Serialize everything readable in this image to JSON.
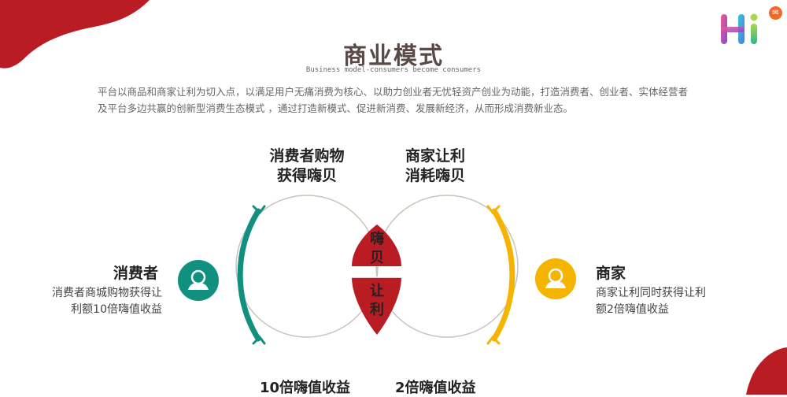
{
  "header": {
    "title": "商业模式",
    "subtitle": "Business model-consumers become consumers",
    "description": [
      "平台以商品和商家让利为切入点，以满足用户无痛消费为核心、以助力创业者无忧轻资产创业为动能，打造消费者、创业者、实体经营者",
      "及平台多边共赢的创新型消费生态模式 ，通过打造新模式、促进新消费、发展新经济，从而形成消费新业态。"
    ]
  },
  "logo": {
    "text": "Hi",
    "badge_icon": "notification-icon"
  },
  "diagram": {
    "left_top": [
      "消费者购物",
      "获得嗨贝"
    ],
    "right_top": [
      "商家让利",
      "消耗嗨贝"
    ],
    "center_top": [
      "嗨",
      "贝"
    ],
    "center_bottom": [
      "让",
      "利"
    ],
    "consumer": {
      "title": "消费者",
      "text": [
        "消费者商城购物获得让",
        "利额10倍嗨值收益"
      ],
      "icon": "user-icon"
    },
    "merchant": {
      "title": "商家",
      "text": [
        "商家让利同时获得让利",
        "额2倍嗨值收益"
      ],
      "icon": "user-icon"
    },
    "left_bottom": "10倍嗨值收益",
    "right_bottom": "2倍嗨值收益"
  },
  "colors": {
    "red": "#b91c23",
    "teal": "#12907f",
    "yellow": "#f4b400",
    "gray_circle": "#c9c4b8"
  }
}
